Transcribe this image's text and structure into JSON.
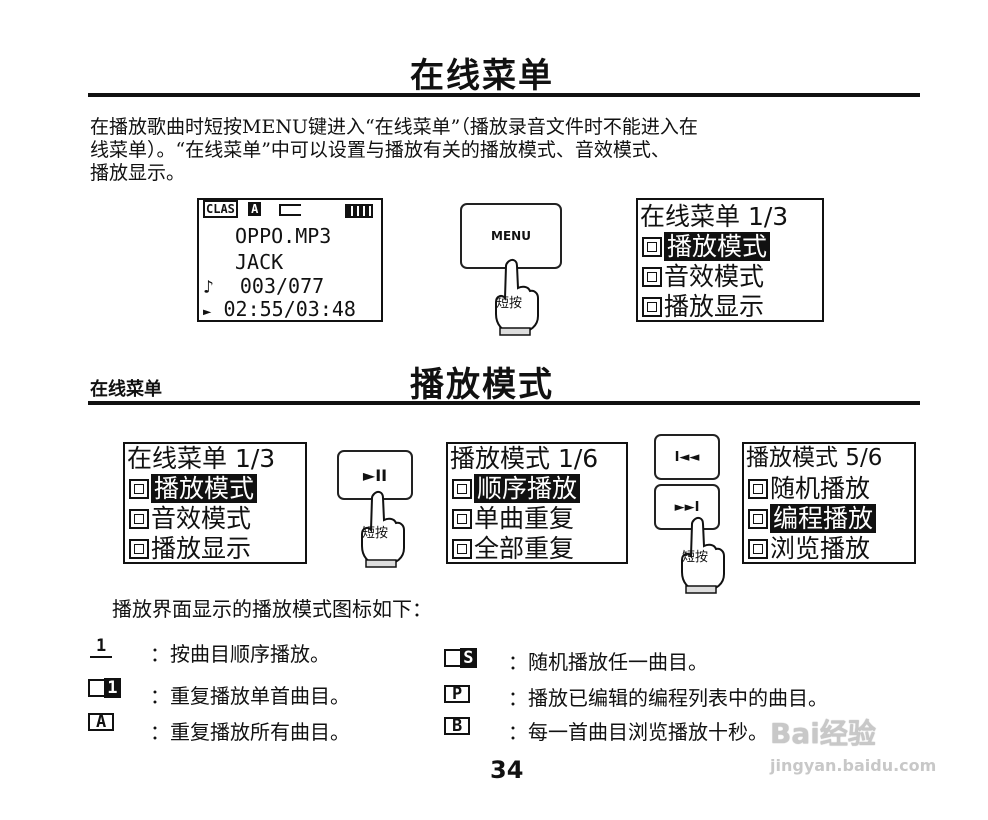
{
  "section1": {
    "title": "在线菜单",
    "intro": [
      "在播放歌曲时短按MENU键进入“在线菜单”（播放录音文件时不能进入在",
      "线菜单）。“在线菜单”中可以设置与播放有关的播放模式、音效模式、",
      "播放显示。"
    ]
  },
  "player_screen": {
    "status_left": "CLAS",
    "status_mode": "A",
    "file": "OPPO.MP3",
    "artist": "JACK",
    "track": "003/077",
    "time": "02:55/03:48"
  },
  "menu_button": {
    "label": "MENU"
  },
  "press_label": "短按",
  "online_menu": {
    "header": "在线菜单 1/3",
    "items": [
      "播放模式",
      "音效模式",
      "播放显示"
    ]
  },
  "section2": {
    "crumb": "在线菜单",
    "title": "播放模式"
  },
  "play_button": {
    "label": "►II"
  },
  "prev_button": {
    "label": "I◄◄"
  },
  "next_button": {
    "label": "►►I"
  },
  "mode_menu_1": {
    "header": "播放模式 1/6",
    "items": [
      "顺序播放",
      "单曲重复",
      "全部重复"
    ]
  },
  "mode_menu_5": {
    "header": "播放模式 5/6",
    "items": [
      "随机播放",
      "编程播放",
      "浏览播放"
    ]
  },
  "legend_intro": "播放界面显示的播放模式图标如下：",
  "legend": {
    "left": [
      {
        "sym": "1",
        "text": "：按曲目顺序播放。"
      },
      {
        "sym": "1",
        "text": "：重复播放单首曲目。"
      },
      {
        "sym": "A",
        "text": "：重复播放所有曲目。"
      }
    ],
    "right": [
      {
        "sym": "S",
        "text": "：随机播放任一曲目。"
      },
      {
        "sym": "P",
        "text": "：播放已编辑的编程列表中的曲目。"
      },
      {
        "sym": "B",
        "text": "：每一首曲目浏览播放十秒。"
      }
    ]
  },
  "page_number": "34",
  "watermark": {
    "line1": "Bai经验",
    "line2": "jingyan.baidu.com"
  }
}
